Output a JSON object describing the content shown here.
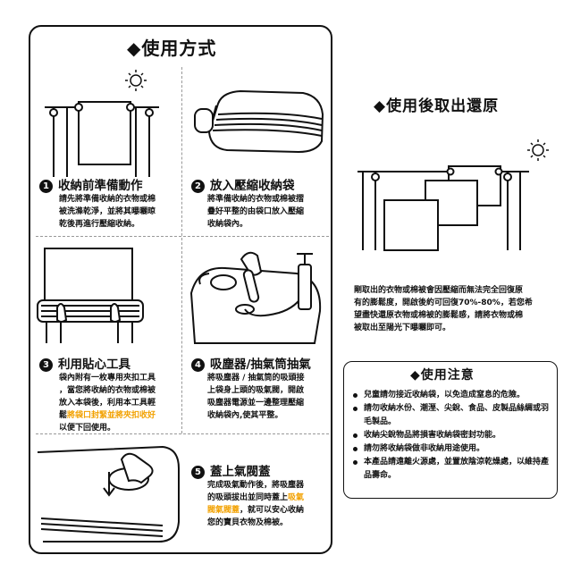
{
  "usage": {
    "title": "◆使用方式",
    "steps": [
      {
        "num": "1",
        "title": "收納前準備動作",
        "lines": [
          "請先將準備收納的衣物或棉",
          "被洗滌乾淨，並將其曝曬晾",
          "乾後再進行壓縮收納。"
        ]
      },
      {
        "num": "2",
        "title": "放入壓縮收納袋",
        "lines": [
          "將準備收納的衣物或棉被摺",
          "疊好平整的由袋口放入壓縮",
          "收納袋內。"
        ]
      },
      {
        "num": "3",
        "title": "利用貼心工具",
        "lines": [
          "袋內附有一枚專用夾扣工具",
          "，當您將收納的衣物或棉被",
          "放入本袋後，利用本工具輕"
        ],
        "line_pre": "鬆",
        "highlight": "將袋口封緊並將夾扣收好",
        "line_post": "以便下回使用。"
      },
      {
        "num": "4",
        "title": "吸塵器/抽氣筒抽氣",
        "lines": [
          "將吸塵器 / 抽氣筒的吸頭接",
          "上袋身上頭的吸氣閥，開啟",
          "吸塵器電源並一邊整理壓縮",
          "收納袋內,使其平整。"
        ]
      },
      {
        "num": "5",
        "title": "蓋上氣閥蓋",
        "line1": "完成吸氣動作後，將吸塵器",
        "line2_pre": "的吸頭拔出並同時蓋上",
        "line2_hl": "吸氣",
        "line3_hl": "閥氣閥蓋",
        "line3_post": "，就可以安心收納",
        "line4": "您的寶貝衣物及棉被。"
      }
    ]
  },
  "restore": {
    "title": "◆使用後取出還原",
    "lines": [
      "剛取出的衣物或棉被會因壓縮而無法完全回復原",
      "有的膨鬆度，開啟後約可回復70%-80%，若您希",
      "望盡快還原衣物或棉被的膨鬆感，請將衣物或棉",
      "被取出至陽光下曝曬即可。"
    ]
  },
  "caution": {
    "title": "◆使用注意",
    "items": [
      "兒童請勿接近收納袋，以免造成窒息的危險。",
      "請勿收納水份、潮溼、尖銳、食品、皮製品絲綢或羽毛製品。",
      "收納尖銳物品將損害收納袋密封功能。",
      "請勿將收納袋做非收納用途使用。",
      "本產品請遠離火源處，並置放陰涼乾燥處，以維持產品壽命。"
    ]
  }
}
